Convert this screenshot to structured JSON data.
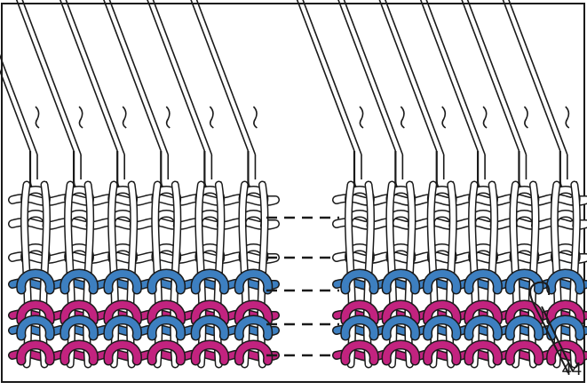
{
  "figure": {
    "number_label": "44",
    "colors": {
      "outline": "#1a1a1a",
      "yarn_white": "#ffffff",
      "yarn_blue": "#3d7fc0",
      "yarn_magenta": "#c2237f",
      "background": "#ffffff"
    },
    "panels": [
      {
        "name": "left-panel",
        "needle_count": 6,
        "rows": [
          "white",
          "white",
          "white",
          "blue",
          "magenta",
          "blue",
          "magenta"
        ]
      },
      {
        "name": "right-panel",
        "needle_count": 6,
        "rows": [
          "white",
          "white",
          "white",
          "blue",
          "magenta",
          "blue",
          "magenta"
        ],
        "has_latch_tool": true
      }
    ],
    "dashed_connectors": 5
  }
}
